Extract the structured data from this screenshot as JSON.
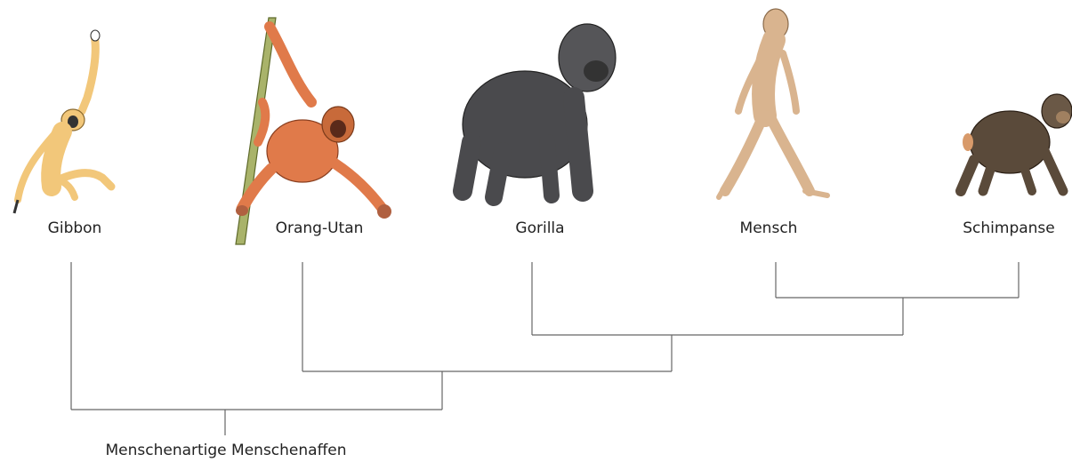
{
  "diagram": {
    "type": "cladogram",
    "taxa": [
      {
        "id": "gibbon",
        "label": "Gibbon",
        "icon": "gibbon-icon",
        "fur_color": "#f2c77a"
      },
      {
        "id": "orang-utan",
        "label": "Orang-Utan",
        "icon": "orangutan-icon",
        "fur_color": "#e07a4a"
      },
      {
        "id": "gorilla",
        "label": "Gorilla",
        "icon": "gorilla-icon",
        "fur_color": "#4a4a4d"
      },
      {
        "id": "mensch",
        "label": "Mensch",
        "icon": "human-icon",
        "fur_color": "#d9b48f"
      },
      {
        "id": "schimpanse",
        "label": "Schimpanse",
        "icon": "chimpanzee-icon",
        "fur_color": "#5a4a3a"
      }
    ],
    "root_label": "Menschenartige Menschenaffen",
    "line_color": "#666666"
  }
}
